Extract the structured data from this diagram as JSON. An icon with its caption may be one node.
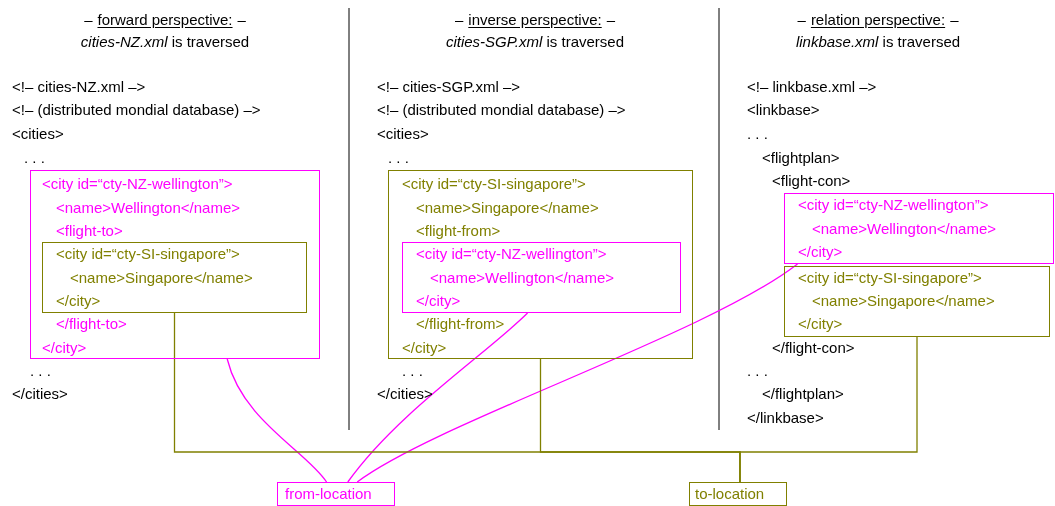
{
  "diagram": {
    "nodes": [
      {
        "text": [
          "<city id=“cty-NZ-wellington”>",
          "<name>Wellington</name>",
          "<flight-to>",
          "</flight-to>",
          "</city>"
        ]
      },
      {
        "text": [
          "<city id=“cty-SI-singapore”>",
          "<name>Singapore</name>",
          "</city>"
        ],
        "in": 0
      },
      {
        "text": [
          "<city id=“cty-SI-singapore”>",
          "<name>Singapore</name>",
          "<flight-from>",
          "</flight-from>",
          "</city>"
        ]
      },
      {
        "text": [
          "<city id=“cty-NZ-wellington”>",
          "<name>Wellington</name>",
          "</city>"
        ],
        "in": 2
      },
      {
        "text": [
          "<city id=“cty-NZ-wellington”>",
          "<name>Wellington</name>",
          "</city>"
        ]
      },
      {
        "text": [
          "<city id=“cty-SI-singapore”>",
          "<name>Singapore</name>",
          "</city>"
        ]
      },
      {
        "text": [
          "from-location"
        ]
      },
      {
        "text": [
          "to-location"
        ]
      }
    ],
    "edges": [
      {
        "from": 0,
        "to": 6,
        "arrow": "none",
        "color": "#ff00ff"
      },
      {
        "from": 3,
        "to": 6,
        "arrow": "none",
        "color": "#ff00ff"
      },
      {
        "from": 4,
        "to": 6,
        "arrow": "none",
        "color": "#ff00ff"
      },
      {
        "from": 1,
        "to": 7,
        "arrow": "none",
        "color": "#808000"
      },
      {
        "from": 2,
        "to": 7,
        "arrow": "none",
        "color": "#808000"
      },
      {
        "from": 5,
        "to": 7,
        "arrow": "none",
        "color": "#808000"
      }
    ],
    "labels": [
      "–",
      "forward perspective:",
      "–",
      "*cities-NZ.xml* is traversed",
      "<!– cities-NZ.xml –>",
      "<!– (distributed mondial database) –>",
      "<cities>",
      ". . .",
      ". . .",
      "</cities>",
      "–",
      "inverse perspective:",
      "–",
      "*cities-SGP.xml* is traversed",
      "<!– cities-SGP.xml –>",
      "<!– (distributed mondial database) –>",
      "<cities>",
      ". . .",
      ". . .",
      "</cities>",
      "–",
      "relation perspective:",
      "–",
      "*linkbase.xml* is traversed",
      "<!– linkbase.xml –>",
      "<linkbase>",
      ". . .",
      "<flightplan>",
      "<flight-con>",
      "</flight-con>",
      ". . .",
      "</flightplan>",
      "</linkbase>"
    ]
  }
}
